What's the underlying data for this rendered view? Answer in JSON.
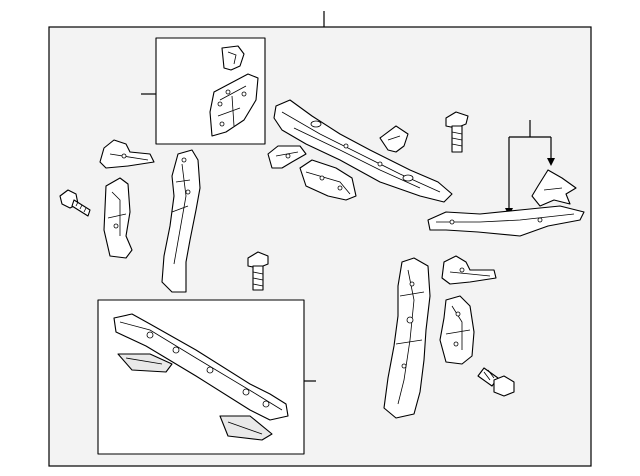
{
  "colors": {
    "background": "#ffffff",
    "panel": "#f3f3f3",
    "line": "#000000",
    "part_fill": "#ffffff",
    "part_shade": "#e9e9e9"
  },
  "parts": [
    "upper-bracket-kit",
    "left-side-bracket",
    "bolt-left",
    "left-support-bracket",
    "left-vertical-support",
    "upper-tie-bar",
    "small-bracket-center",
    "tie-bar-bracket",
    "small-clip",
    "bolt-top-right",
    "right-tie-bar-extension",
    "triangle-bracket",
    "bolt-center",
    "right-vertical-support",
    "right-upper-bracket",
    "right-side-bracket",
    "bolt-lower-right",
    "lower-tie-bar-kit"
  ]
}
